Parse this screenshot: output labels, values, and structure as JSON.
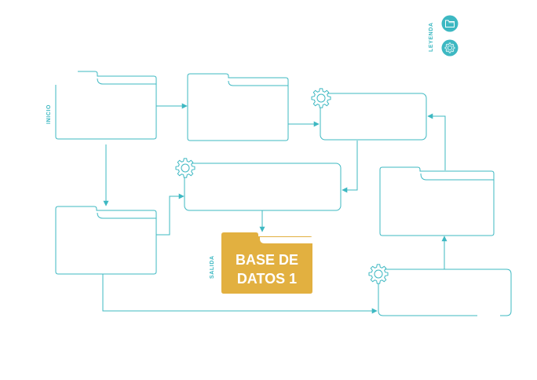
{
  "legend": {
    "label": "LEYENDA",
    "items": [
      {
        "icon": "folder-icon",
        "meaning": ""
      },
      {
        "icon": "gear-icon",
        "meaning": ""
      }
    ]
  },
  "labels": {
    "start": "INICIO",
    "output": "SALIDA"
  },
  "database": {
    "line1": "BASE DE",
    "line2": "DATOS 1",
    "color": "#e2b040"
  },
  "colors": {
    "accent": "#3db8c2"
  }
}
